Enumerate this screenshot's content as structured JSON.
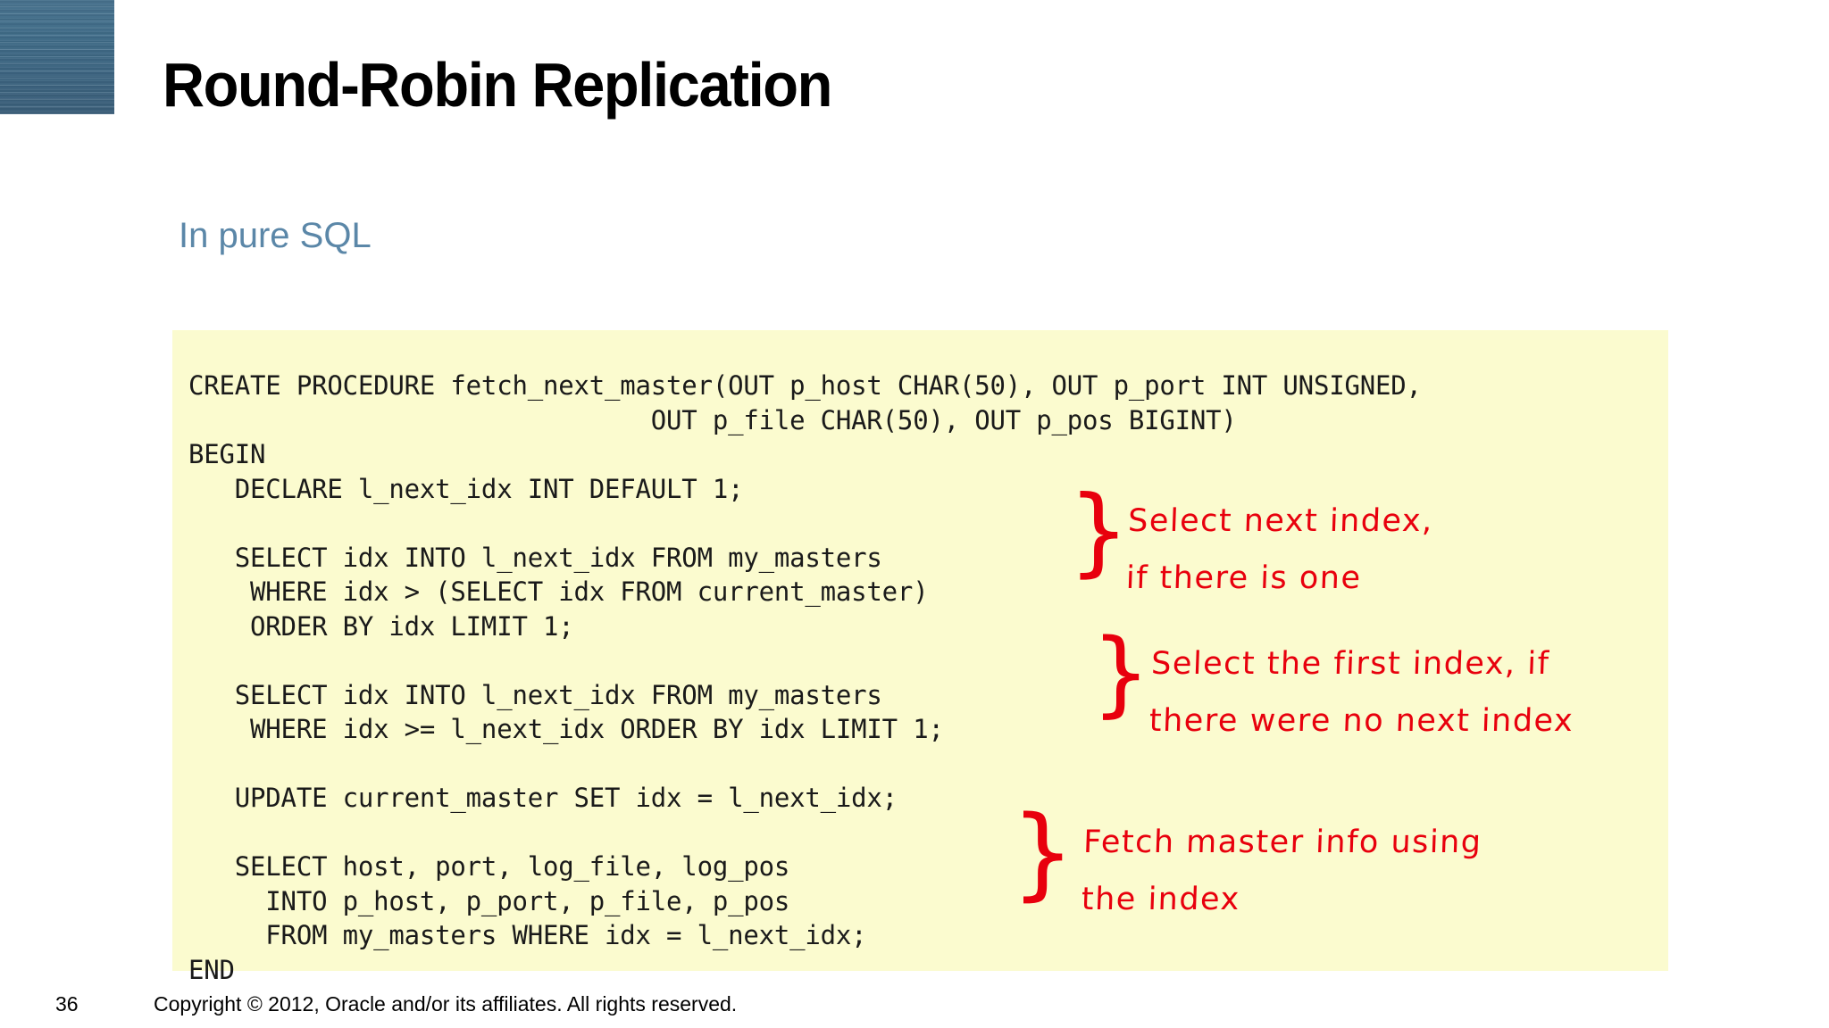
{
  "slide": {
    "title": "Round-Robin Replication",
    "subtitle": "In pure SQL",
    "page_number": "36",
    "copyright": "Copyright © 2012, Oracle and/or its affiliates. All rights reserved.",
    "background_color": "#ffffff",
    "accent_block_color": "#3f6b87",
    "subtitle_color": "#5b87a8",
    "code_background_color": "#fbfbcf",
    "annotation_color": "#e8000d"
  },
  "code": {
    "language": "sql",
    "text": "CREATE PROCEDURE fetch_next_master(OUT p_host CHAR(50), OUT p_port INT UNSIGNED,\n                              OUT p_file CHAR(50), OUT p_pos BIGINT)\nBEGIN\n   DECLARE l_next_idx INT DEFAULT 1;\n\n   SELECT idx INTO l_next_idx FROM my_masters\n    WHERE idx > (SELECT idx FROM current_master)\n    ORDER BY idx LIMIT 1;\n\n   SELECT idx INTO l_next_idx FROM my_masters\n    WHERE idx >= l_next_idx ORDER BY idx LIMIT 1;\n\n   UPDATE current_master SET idx = l_next_idx;\n\n   SELECT host, port, log_file, log_pos\n     INTO p_host, p_port, p_file, p_pos\n     FROM my_masters WHERE idx = l_next_idx;\nEND"
  },
  "annotations": [
    {
      "brace": "}",
      "text": "Select next index,\nif there is one"
    },
    {
      "brace": "}",
      "text": "Select the first index, if\nthere were no next index"
    },
    {
      "brace": "}",
      "text": "Fetch master info using\nthe index"
    }
  ]
}
